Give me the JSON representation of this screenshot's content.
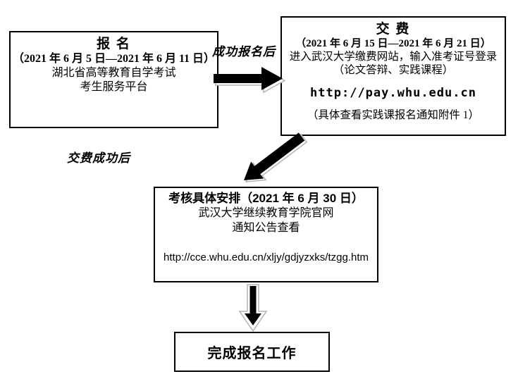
{
  "diagram": {
    "boxes": {
      "registration": {
        "title": "报 名",
        "date_range": "（2021 年 6 月 5 日—2021 年 6 月 11 日）",
        "line1": "湖北省高等教育自学考试",
        "line2": "考生服务平台"
      },
      "payment": {
        "title": "交 费",
        "date_range": "（2021 年 6 月 15 日—2021 年 6 月 21 日）",
        "line1": "进入武汉大学缴费网站，输入准考证号登录",
        "line2": "（论文答辩、实践课程）",
        "url": "http://pay.whu.edu.cn",
        "note": "（具体查看实践课报名通知附件 1）"
      },
      "schedule": {
        "title": "考核具体安排（2021 年 6 月 30 日）",
        "line1": "武汉大学继续教育学院官网",
        "line2": "通知公告查看",
        "url": "http://cce.whu.edu.cn/xljy/gdjyzxks/tzgg.htm"
      },
      "completion": {
        "title": "完成报名工作"
      }
    },
    "labels": {
      "after_registration": "成功报名后",
      "after_payment": "交费成功后"
    },
    "colors": {
      "ink": "#000000",
      "background": "#ffffff",
      "arrow_fill": "#000000",
      "arrow_shadow_stroke": "#b3b3b3",
      "arrow_shadow_fill": "#ffffff"
    }
  }
}
